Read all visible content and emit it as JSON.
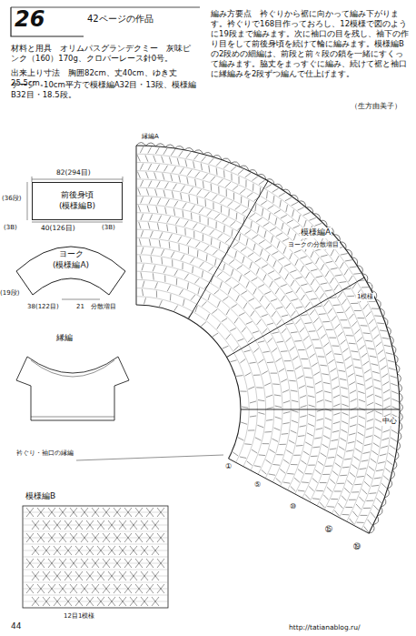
{
  "diagram": {
    "title": "26",
    "nodes": [
      {
        "text": [
          "前後身頃",
          "(模様編B)"
        ]
      },
      {
        "text": [
          "ヨーク",
          "(模様編A)"
        ]
      }
    ],
    "labels": [
      "42ページの作品",
      "材料と用具　オリムパスグランデクミー　灰味ピンク（160）170g、クロバーレース針0号。",
      "出来上り寸法　胸囲82cm、丈40cm、ゆき丈25.5cm。",
      "ゲージ　10cm平方で模様編A32目・13段、模様編B32目・18.5段。",
      "編み方要点　衿ぐりから裾に向かって編み下がります。衿ぐりで168目作っておろし、12模様で図のように19段まで編みます。次に袖口の目を残し、袖下の作り目をして前後身頃を続けて輪に編みます。模様編Bの2段めの細編は、前段と前々段の鎖を一緒にすくって編みます。脇丈をまっすぐに編み、続けて裾と袖口に縁編みを2段ずつ編んで仕上げます。",
      "（生方由美子）",
      "82(294目)",
      "(36段)",
      "(3B)",
      "40(126目)",
      "(3B)",
      "38(122目)",
      "(19段)",
      "21",
      "分散増目",
      "縁編",
      "縁編A",
      "模様編A",
      "ヨークの分散増目",
      "1模様",
      "中心",
      "衿ぐり・袖口の縁編",
      "①",
      "⑤",
      "⑩",
      "⑮",
      "⑲",
      "模様編B",
      "12目1模様",
      "44",
      "http://tatianablog.ru/"
    ]
  }
}
